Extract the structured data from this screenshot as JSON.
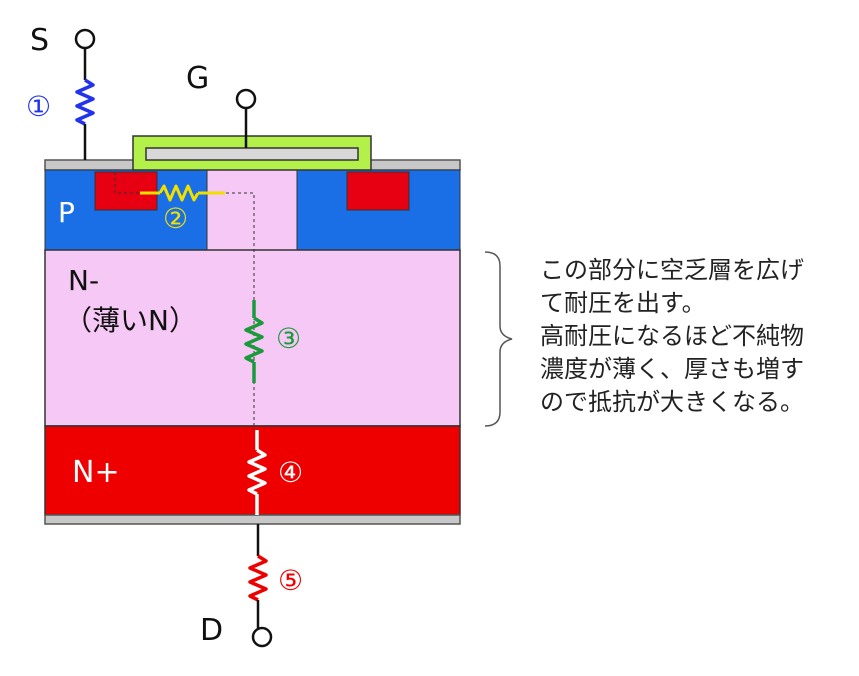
{
  "terminals": {
    "source": "S",
    "gate": "G",
    "drain": "D"
  },
  "regions": {
    "p_well": "P",
    "n_minus_line1": "N-",
    "n_minus_line2": "（薄いN）",
    "n_plus": "N+"
  },
  "resistors": {
    "r1": "①",
    "r2": "②",
    "r3": "③",
    "r4": "④",
    "r5": "⑤"
  },
  "note_lines": [
    "この部分に空乏層を広げ",
    "て耐圧を出す。",
    "高耐圧になるほど不純物",
    "濃度が薄く、厚さも増す",
    "ので抵抗が大きくなる。"
  ],
  "colors": {
    "p_region": "#1a6fe6",
    "n_minus": "#f6c8f6",
    "n_plus": "#ee0000",
    "n_plus_source": "#e60012",
    "gate_poly": "#b4f04a",
    "metal": "#c8c8c8",
    "r1": "#2233ee",
    "r2": "#f0e000",
    "r3": "#1a9a3a",
    "r4": "#ffffff",
    "r5": "#ee0000"
  }
}
